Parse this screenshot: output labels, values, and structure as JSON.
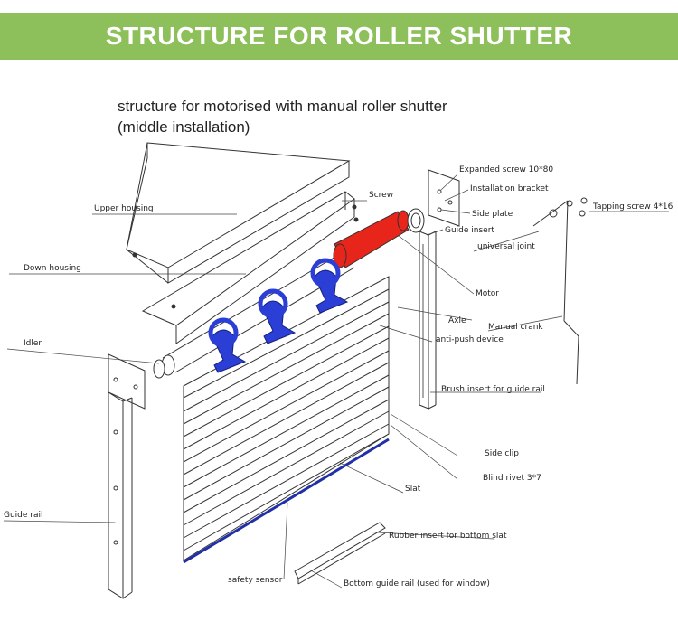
{
  "header": {
    "title": "STRUCTURE FOR ROLLER SHUTTER"
  },
  "subtitle": {
    "line1": "structure for motorised with manual roller shutter",
    "line2": "(middle installation)"
  },
  "colors": {
    "banner": "#8dc05a",
    "motor": "#e8251a",
    "brackets": "#2b3fd6",
    "bottom_slat": "#2130a8"
  },
  "labels": {
    "upper_housing": "Upper  housing",
    "down_housing": "Down  housing",
    "screw": "Screw",
    "idler": "Idler",
    "guide_rail": "Guide rail",
    "expanded_screw": "Expanded screw 10*80",
    "installation_bracket": "Installation bracket",
    "side_plate": "Side plate",
    "guide_insert": "Guide insert",
    "tapping_screw": "Tapping screw  4*16",
    "universal_joint": "universal joint",
    "motor": "Motor",
    "axle": "Axle",
    "manual_crank": "Manual crank",
    "anti_push": "anti-push device",
    "brush_insert": "Brush insert for guide rail",
    "side_clip": "Side clip",
    "blind_rivet": "Blind rivet 3*7",
    "slat": "Slat",
    "rubber_insert": "Rubber insert for bottom slat",
    "safety_sensor": "safety sensor",
    "bottom_guide_rail": "Bottom guide rail (used for window)"
  }
}
